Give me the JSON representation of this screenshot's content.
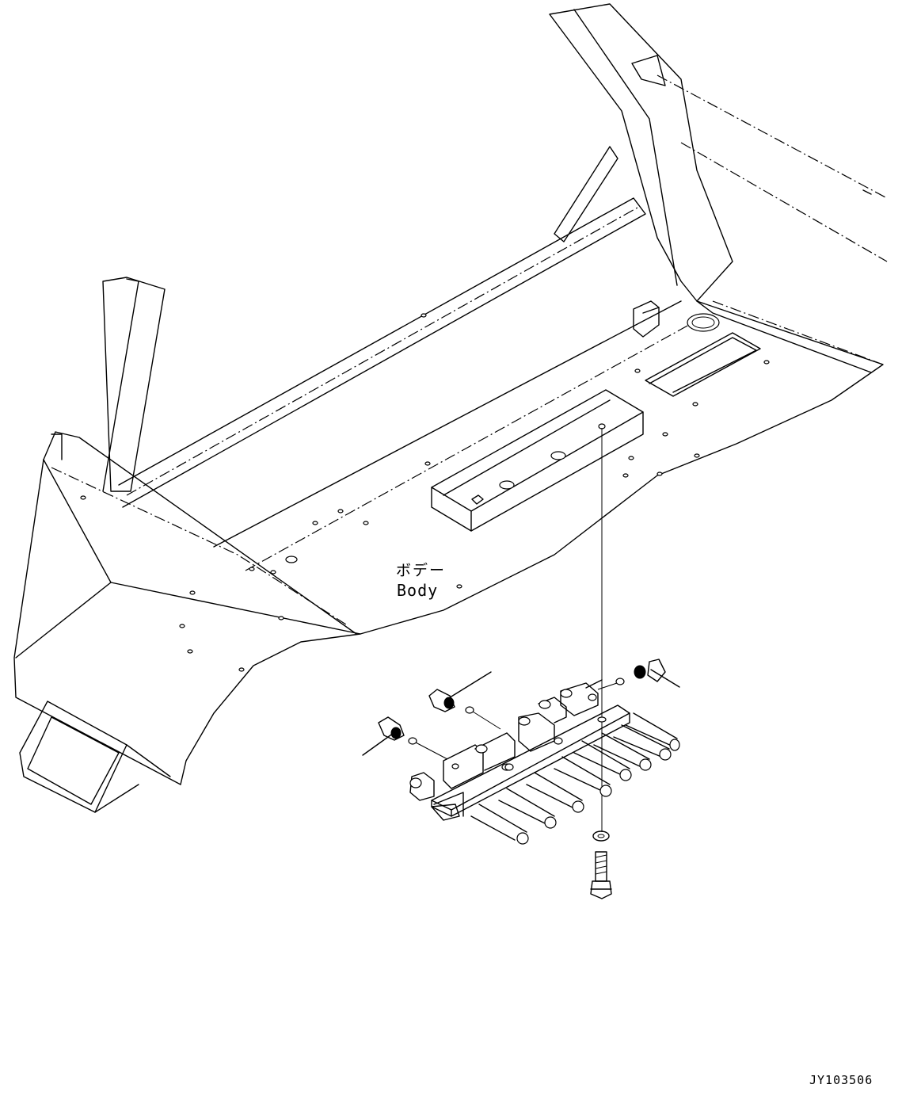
{
  "labels": {
    "body_jp": "ボデー",
    "body_en": "Body"
  },
  "drawing_code": "JY103506"
}
